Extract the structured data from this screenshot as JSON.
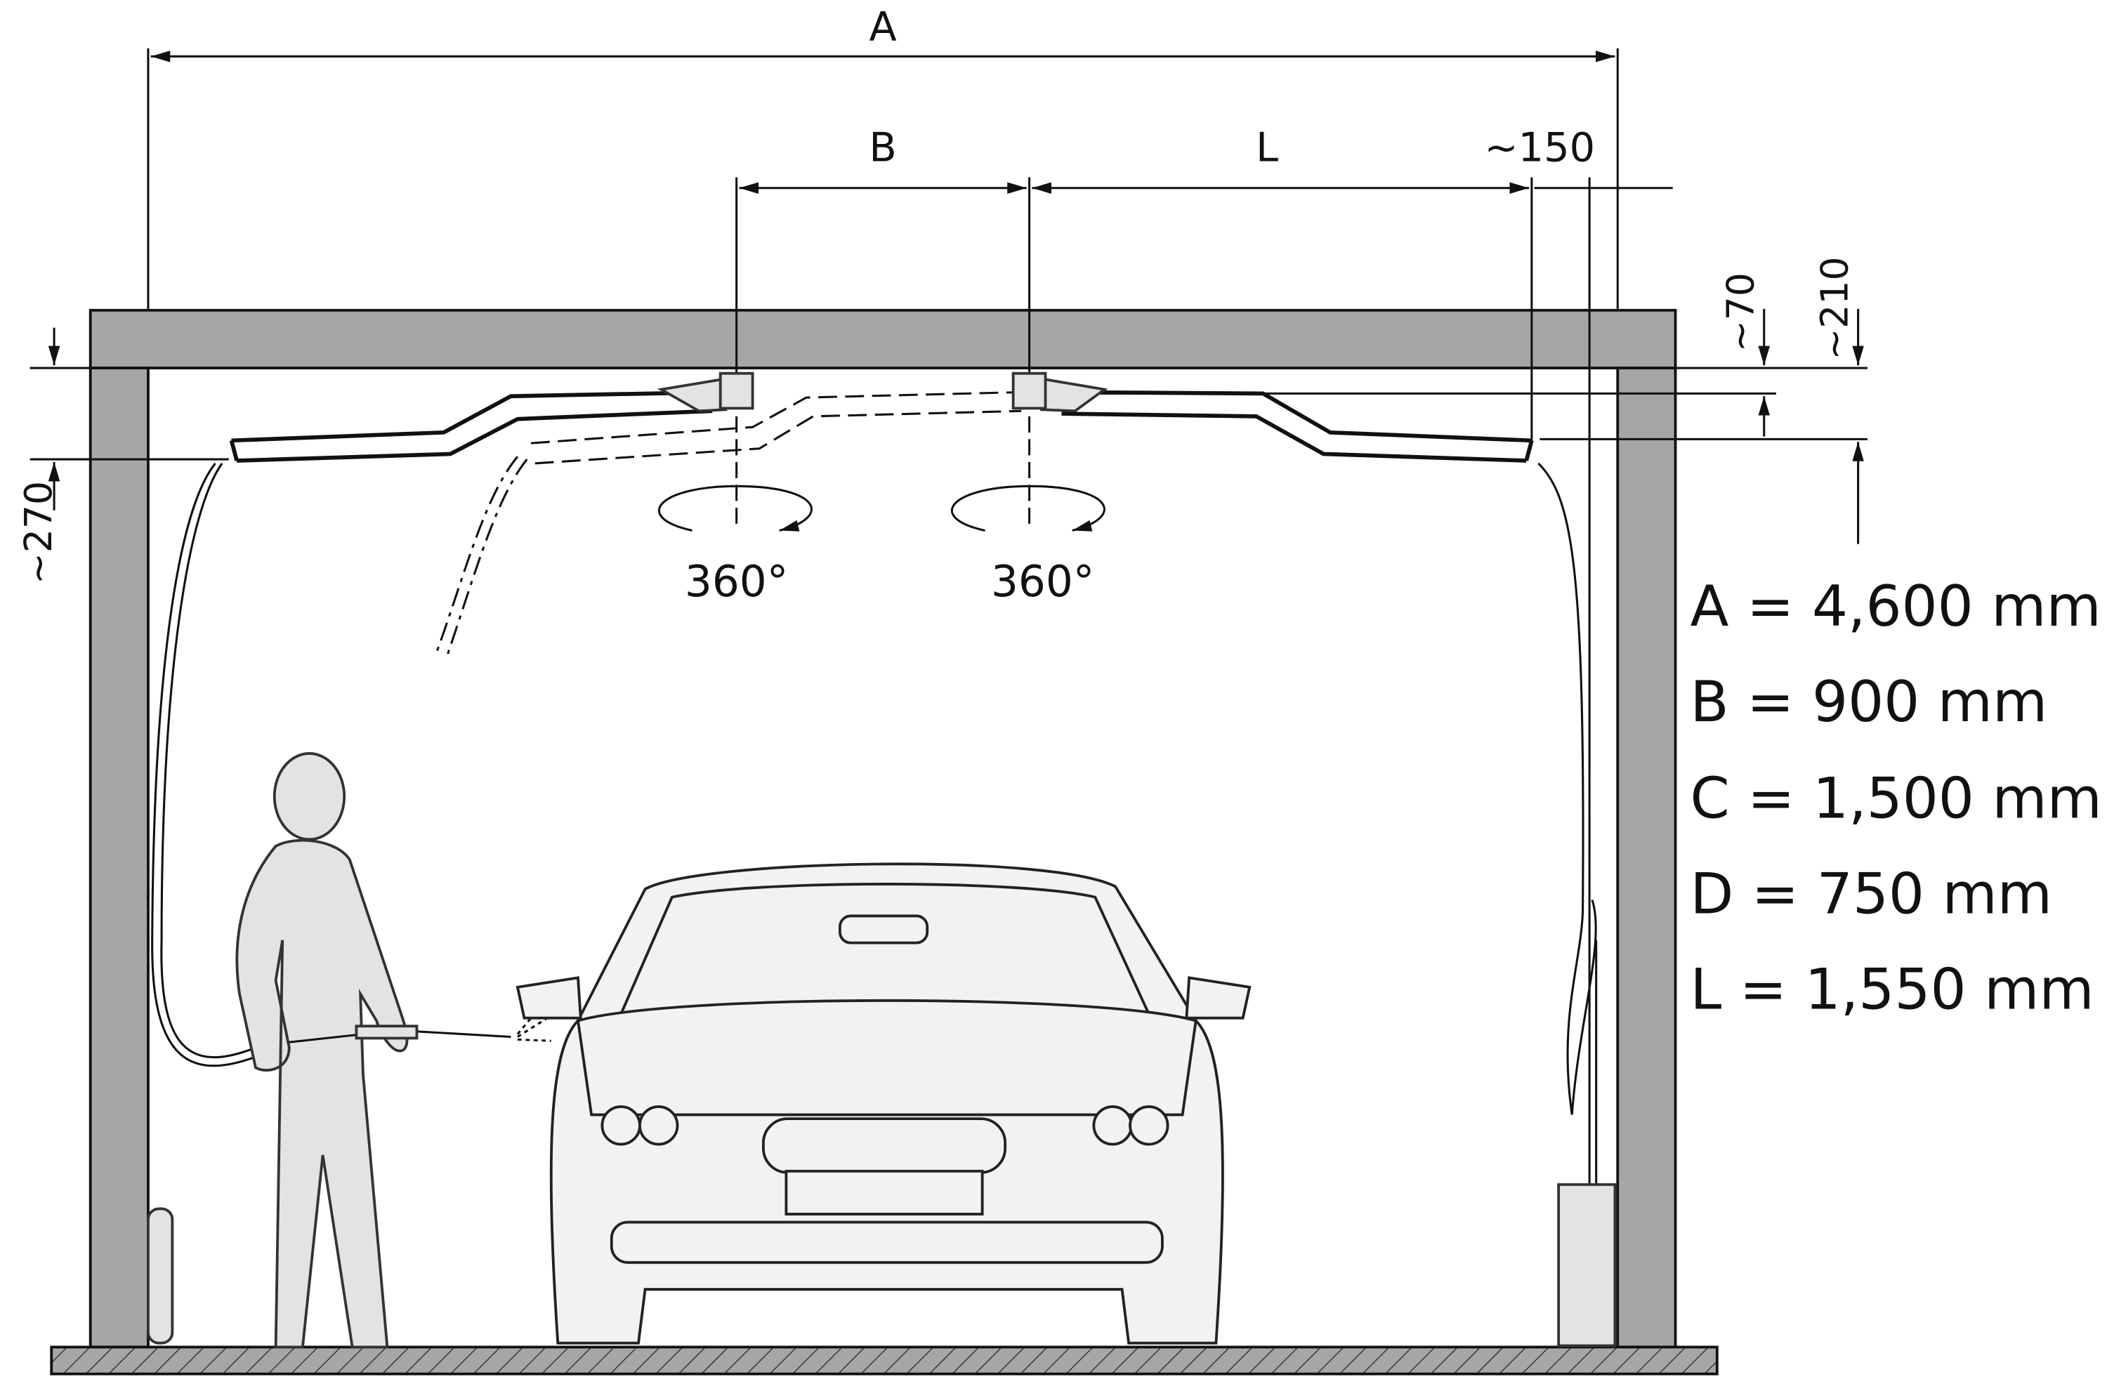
{
  "dimensions": {
    "a": "A",
    "b": "B",
    "l": "L",
    "gap_150": "~150",
    "gap_70": "~70",
    "gap_210": "~210",
    "gap_270": "~270"
  },
  "rotation": {
    "left": "360°",
    "right": "360°"
  },
  "legend": [
    "A = 4,600 mm",
    "B = 900 mm",
    "C = 1,500 mm",
    "D = 750 mm",
    "L = 1,550 mm"
  ],
  "colors": {
    "structure": "#a6a6a6",
    "figure": "#e3e3e3",
    "line": "#111111"
  }
}
